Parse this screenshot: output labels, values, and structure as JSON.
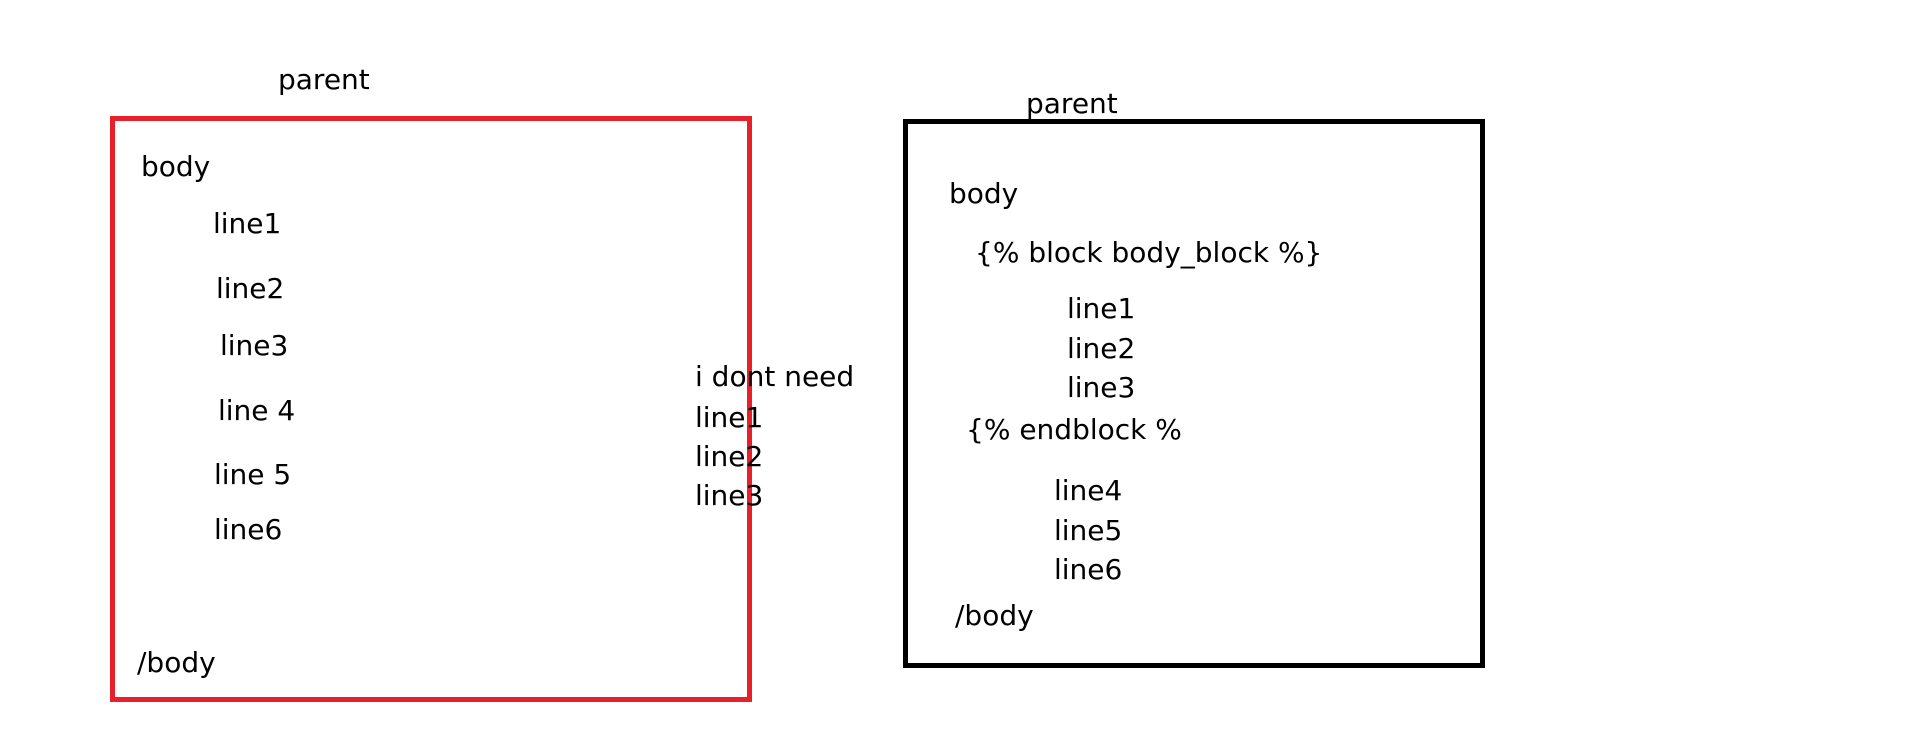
{
  "left_diagram": {
    "title": "parent",
    "box_color": "#e8202a",
    "body_open": "body",
    "lines": [
      "line1",
      "line2",
      "line3",
      "line 4",
      "line 5",
      "line6"
    ],
    "body_close": "/body",
    "note": {
      "heading": "i dont need",
      "lines": [
        "line1",
        "line2",
        "line3"
      ]
    }
  },
  "right_diagram": {
    "title": "parent",
    "box_color": "#000000",
    "body_open": "body",
    "block_start": "{% block body_block %}",
    "block_lines": [
      "line1",
      "line2",
      "line3"
    ],
    "block_end": "{% endblock %",
    "after_lines": [
      "line4",
      "line5",
      "line6"
    ],
    "body_close": "/body"
  }
}
